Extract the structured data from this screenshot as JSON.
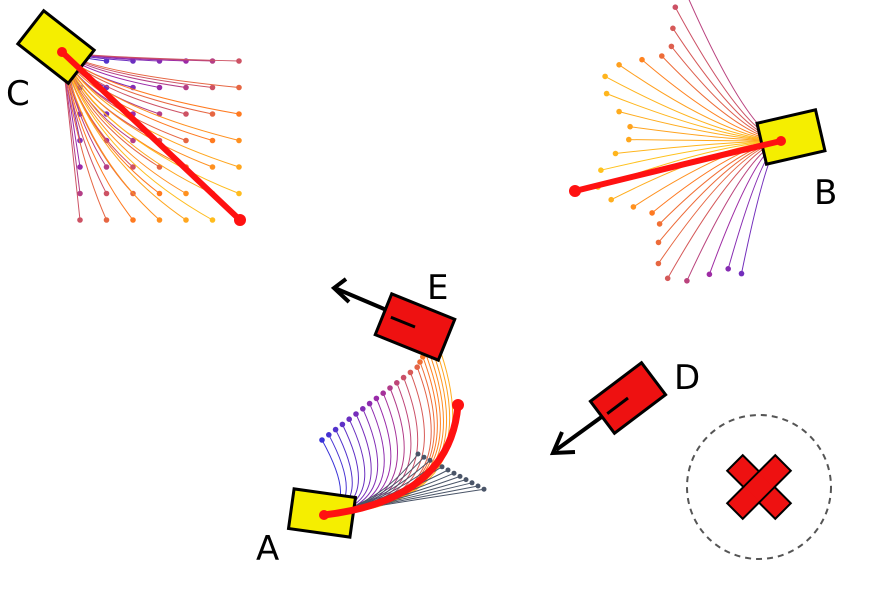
{
  "labels": {
    "a": "A",
    "b": "B",
    "c": "C",
    "d": "D",
    "e": "E"
  },
  "colors": {
    "robot_fill": "#f5ee00",
    "obstacle_fill": "#ee1111",
    "outline": "#000000",
    "selected_path": "#ff1111",
    "goal_marker": "#ee1111",
    "goal_ring": "#555555",
    "low_cost": "#3a34d8",
    "mid_cost": "#9b2aa8",
    "high_cost": "#ff7a20",
    "highest_cost": "#ffd21c",
    "infeasible": "#4a5568"
  },
  "icons": [
    "robot-a-icon",
    "robot-b-icon",
    "robot-c-icon",
    "obstacle-d-icon",
    "obstacle-e-icon",
    "goal-cross-icon"
  ]
}
